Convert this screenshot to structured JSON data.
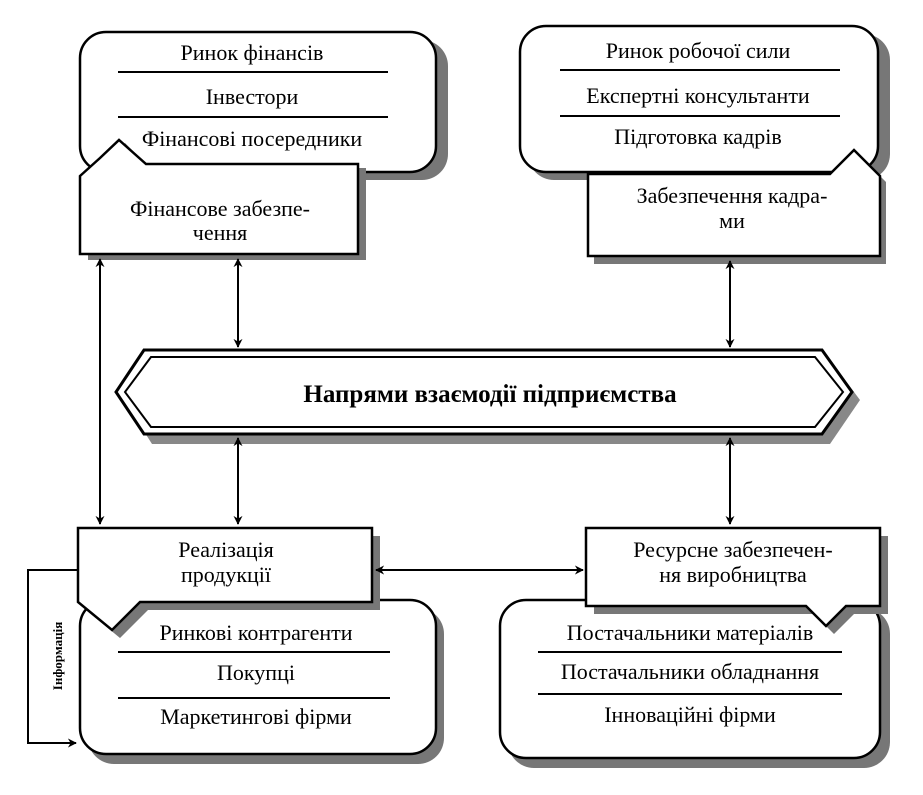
{
  "center": {
    "title": "Напрями взаємодії підприємства"
  },
  "top_left": {
    "items": [
      "Ринок фінансів",
      "Інвестори",
      "Фінансові посередники"
    ],
    "function_lines": [
      "Фінансове забезпе-",
      "чення"
    ]
  },
  "top_right": {
    "items": [
      "Ринок робочої сили",
      "Експертні консультанти",
      "Підготовка кадрів"
    ],
    "function_lines": [
      "Забезпечення кадра-",
      "ми"
    ]
  },
  "bottom_left": {
    "function_lines": [
      "Реалізація",
      "продукції"
    ],
    "items": [
      "Ринкові контрагенти",
      "Покупці",
      "Маркетингові фірми"
    ]
  },
  "bottom_right": {
    "function_lines": [
      "Ресурсне забезпечен-",
      "ня виробництва"
    ],
    "items": [
      "Постачальники матеріалів",
      "Постачальники обладнання",
      "Інноваційні фірми"
    ]
  },
  "side_label": "Інформація"
}
